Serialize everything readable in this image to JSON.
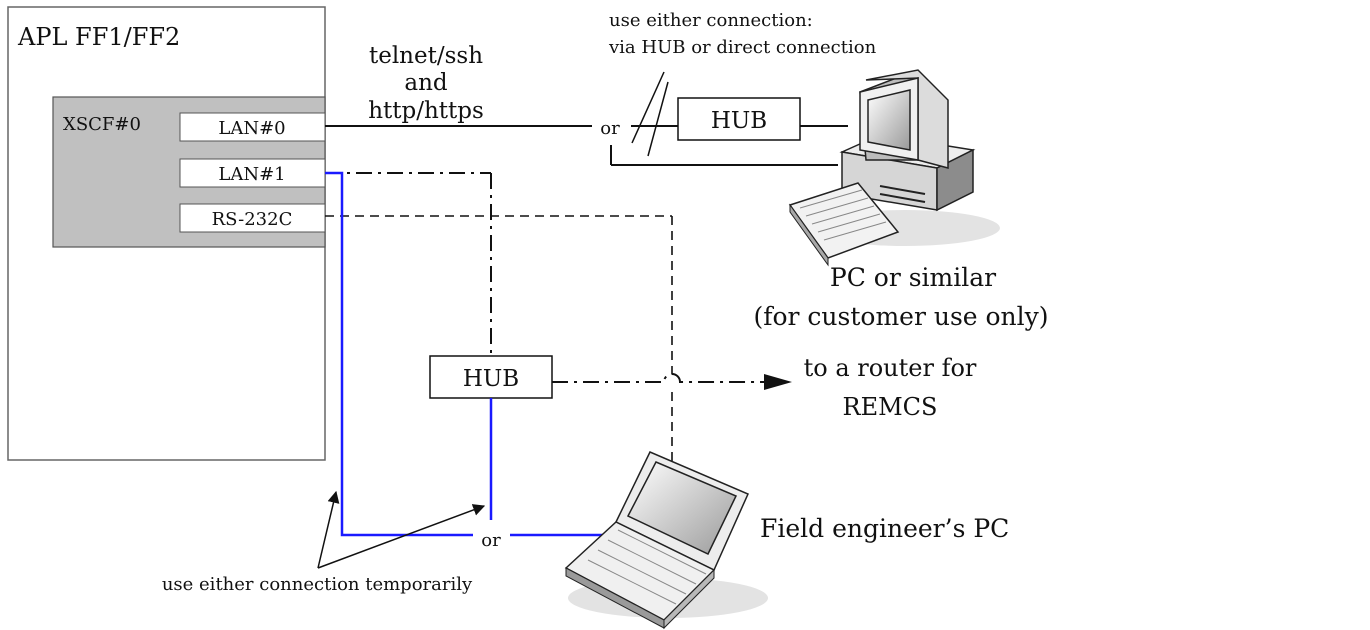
{
  "server": {
    "title": "APL FF1/FF2",
    "xscf_label": "XSCF#0",
    "ports": {
      "lan0": "LAN#0",
      "lan1": "LAN#1",
      "rs232c": "RS-232C"
    }
  },
  "protocols": {
    "line1": "telnet/ssh",
    "line2": "and",
    "line3": "http/https"
  },
  "customer_side": {
    "note_line1": "use either connection:",
    "note_line2": "via HUB or direct connection",
    "or_label": "or",
    "hub_label": "HUB",
    "pc_line1": "PC or similar",
    "pc_line2": "(for customer use only)"
  },
  "maintenance_side": {
    "hub_label": "HUB",
    "router_line1": "to a router for",
    "router_line2": "REMCS",
    "or_label": "or",
    "fe_pc_label": "Field engineer’s PC",
    "temp_note": "use either connection temporarily"
  },
  "colors": {
    "lan1_path": "#1a1aff",
    "panel_fill": "#c0c0c0",
    "line": "#111111"
  }
}
